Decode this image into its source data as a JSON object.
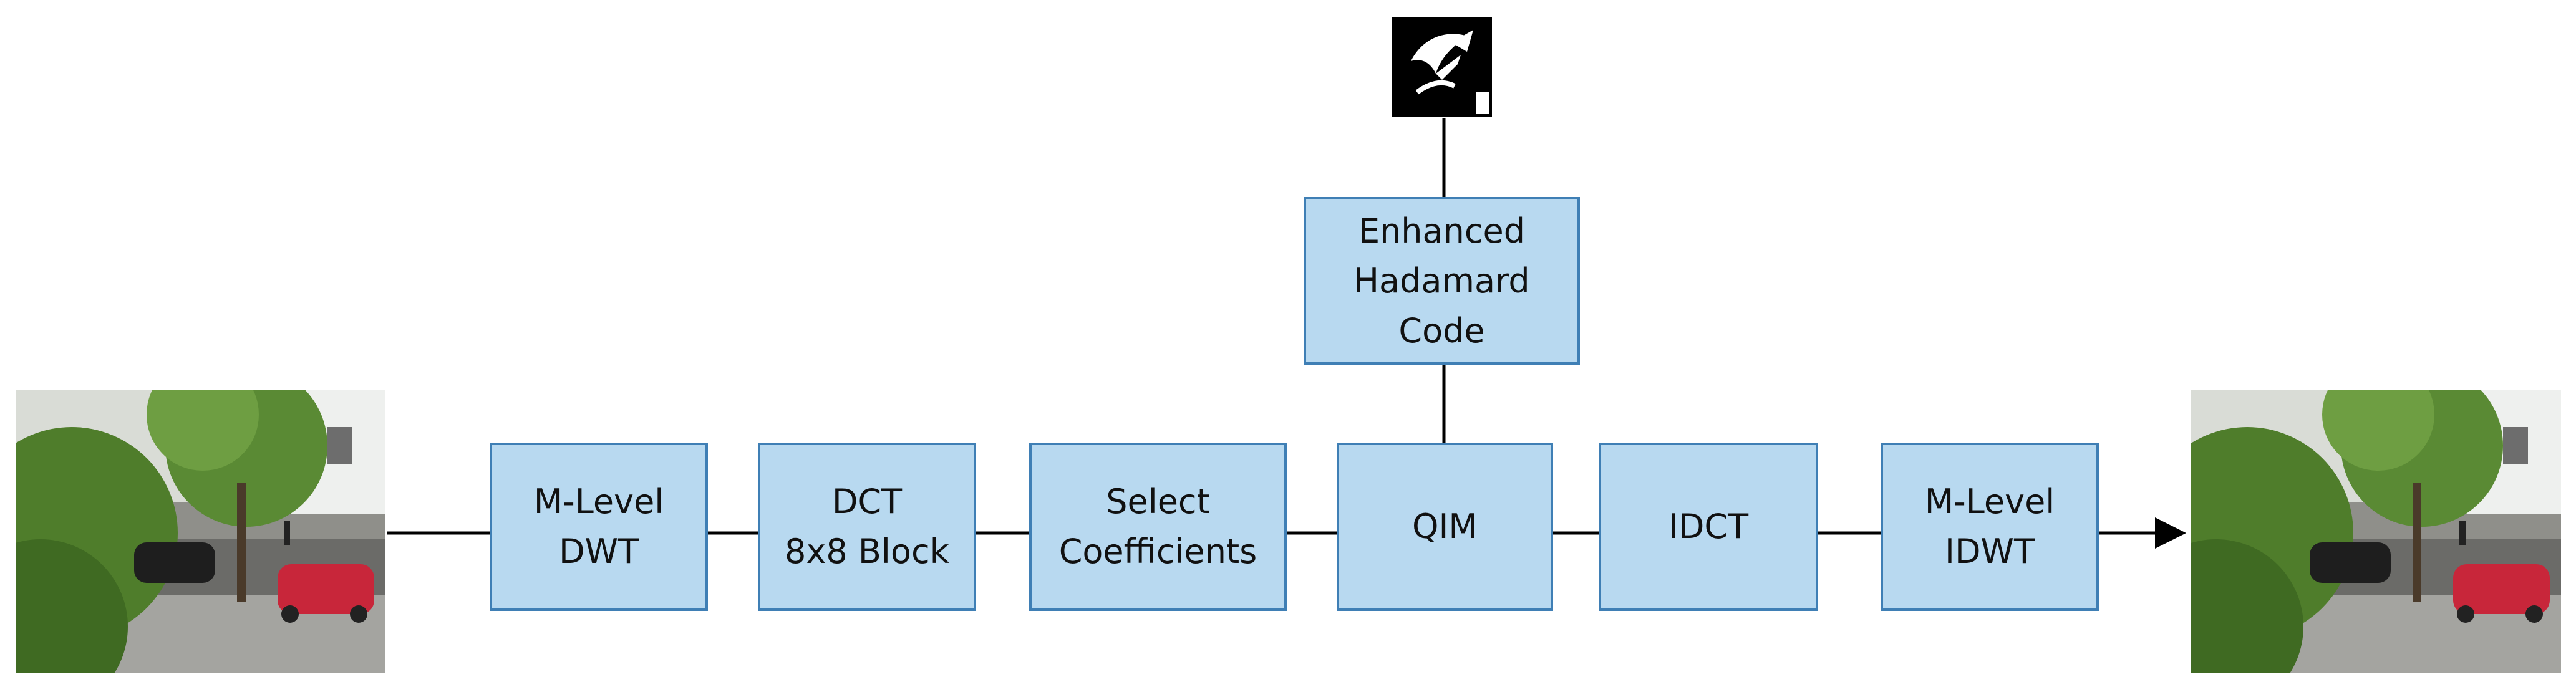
{
  "diagram": {
    "blocks": {
      "m_level_dwt": [
        "M-Level",
        "DWT"
      ],
      "dct_block": [
        "DCT",
        "8x8 Block"
      ],
      "select_coefficients": [
        "Select",
        "Coefficients"
      ],
      "qim": [
        "QIM"
      ],
      "idct": [
        "IDCT"
      ],
      "m_level_idwt": [
        "M-Level",
        "IDWT"
      ],
      "enhanced_hadamard_code": [
        "Enhanced",
        "Hadamard",
        "Code"
      ]
    }
  },
  "colors": {
    "block_fill": "#b8d9f0",
    "block_border": "#3f7fb5",
    "line": "#000000"
  }
}
